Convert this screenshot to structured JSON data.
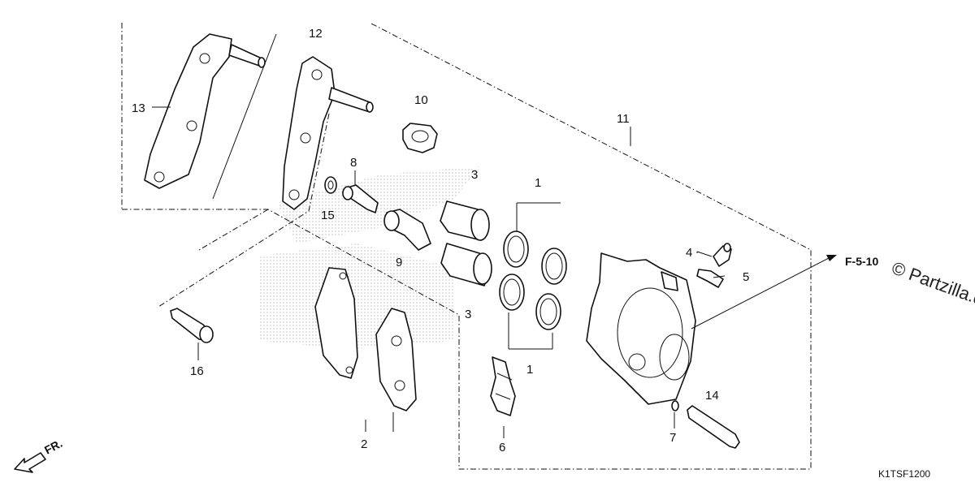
{
  "diagram": {
    "callouts": [
      "1",
      "1",
      "2",
      "3",
      "3",
      "4",
      "5",
      "6",
      "7",
      "8",
      "9",
      "10",
      "11",
      "12",
      "13",
      "14",
      "15",
      "16"
    ],
    "reference": "F-5-10",
    "direction_label": "FR.",
    "diagram_code": "K1TSF1200",
    "watermark": "© Partzilla.com"
  }
}
